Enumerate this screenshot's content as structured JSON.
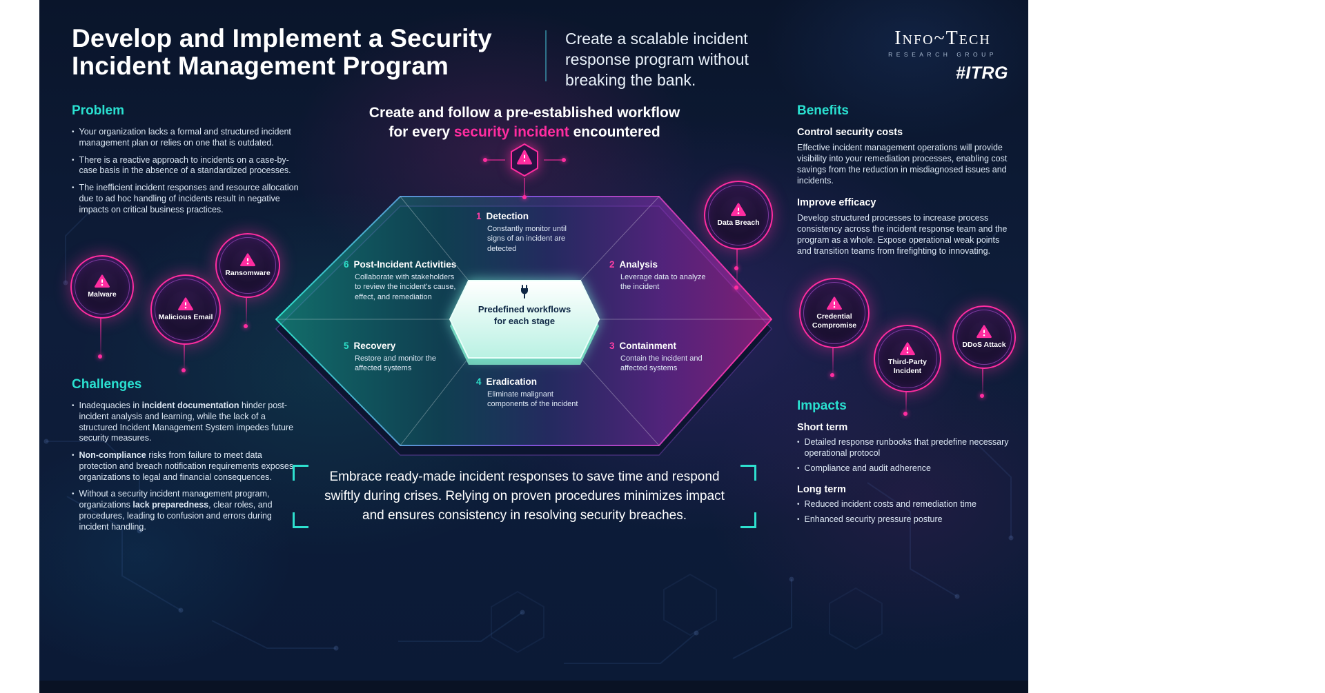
{
  "colors": {
    "background": "#0E1C36",
    "accent_cyan": "#2AE0D0",
    "accent_magenta": "#FF2DA0",
    "hexagon_teal": "#1FC8A8",
    "hexagon_purple": "#B23BD6"
  },
  "ui": {
    "bullet_char": "•"
  },
  "header": {
    "title_line1": "Develop and Implement a Security",
    "title_line2": "Incident Management Program",
    "subtitle": "Create a scalable incident response program without breaking the bank.",
    "logo_primary": "Info~Tech",
    "logo_secondary": "RESEARCH GROUP",
    "logo_tag": "#ITRG"
  },
  "problem": {
    "heading": "Problem",
    "bullets": [
      "Your organization lacks a formal and structured incident management plan or relies on one that is outdated.",
      "There is a reactive approach to incidents on a case-by-case basis in the absence of a standardized processes.",
      "The inefficient incident responses and resource allocation due to ad hoc handling of incidents result in negative impacts on critical business practices."
    ]
  },
  "challenges": {
    "heading": "Challenges",
    "bullets": [
      {
        "pre": "Inadequacies in ",
        "bold": "incident documentation",
        "post": " hinder post-incident analysis and learning, while the lack of a structured Incident Management System impedes future security measures."
      },
      {
        "pre": "",
        "bold": "Non-compliance",
        "post": " risks from failure to meet data protection and breach notification requirements exposes organizations to legal and financial consequences."
      },
      {
        "pre": "Without a security incident management program, organizations ",
        "bold": "lack preparedness",
        "post": ", clear roles, and procedures, leading to confusion and errors during incident handling."
      }
    ]
  },
  "workflow": {
    "heading_line1": "Create and follow a pre-established workflow",
    "heading_line2_pre": "for every ",
    "heading_line2_highlight": "security incident",
    "heading_line2_post": " encountered",
    "center_label": "Predefined workflows for each stage",
    "stages": [
      {
        "num": "1",
        "title": "Detection",
        "desc": "Constantly monitor until signs of an incident are detected"
      },
      {
        "num": "2",
        "title": "Analysis",
        "desc": "Leverage data to analyze the incident"
      },
      {
        "num": "3",
        "title": "Containment",
        "desc": "Contain the incident and affected systems"
      },
      {
        "num": "4",
        "title": "Eradication",
        "desc": "Eliminate malignant components of the incident"
      },
      {
        "num": "5",
        "title": "Recovery",
        "desc": "Restore and monitor the affected systems"
      },
      {
        "num": "6",
        "title": "Post-Incident Activities",
        "desc": "Collaborate with stakeholders to review the incident's cause, effect, and remediation"
      }
    ]
  },
  "threats": {
    "left": [
      "Malware",
      "Malicious Email",
      "Ransomware"
    ],
    "center": "Data Breach",
    "right": [
      "Credential Compromise",
      "Third-Party Incident",
      "DDoS Attack"
    ]
  },
  "benefits": {
    "heading": "Benefits",
    "items": [
      {
        "title": "Control security costs",
        "text": "Effective incident management operations will provide visibility into your remediation processes, enabling cost savings from the reduction in misdiagnosed issues and incidents."
      },
      {
        "title": "Improve efficacy",
        "text": "Develop structured processes to increase process consistency across the incident response team and the program as a whole. Expose operational weak points and transition teams from firefighting to innovating."
      }
    ]
  },
  "impacts": {
    "heading": "Impacts",
    "groups": [
      {
        "title": "Short term",
        "bullets": [
          "Detailed response runbooks that predefine necessary operational protocol",
          "Compliance and audit adherence"
        ]
      },
      {
        "title": "Long term",
        "bullets": [
          "Reduced incident costs and remediation time",
          "Enhanced security pressure posture"
        ]
      }
    ]
  },
  "quote": {
    "text": "Embrace ready-made incident responses to save time and respond swiftly during crises. Relying on proven procedures minimizes impact and ensures consistency in resolving security breaches."
  }
}
